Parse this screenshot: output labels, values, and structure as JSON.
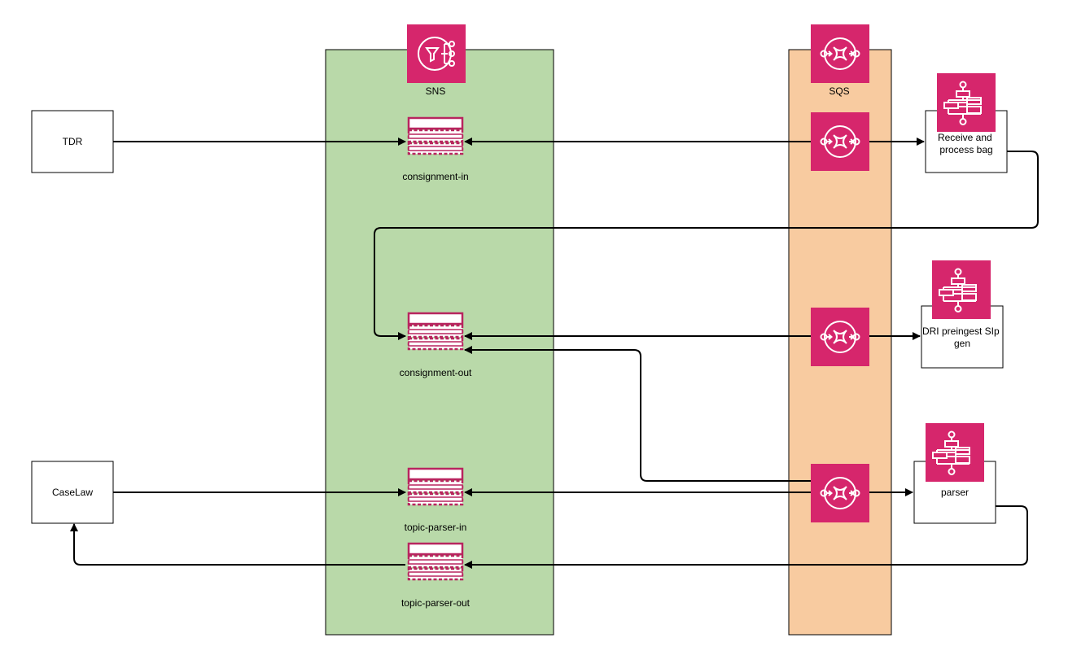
{
  "colors": {
    "sns_zone": "#b9d9a9",
    "sqs_zone": "#f8cba0",
    "aws_icon": "#d6266c",
    "topic": "#b8255f",
    "line": "#000000"
  },
  "zones": {
    "sns_label": "SNS",
    "sqs_label": "SQS"
  },
  "sources": {
    "tdr": "TDR",
    "caselaw": "CaseLaw"
  },
  "topics": {
    "consignment_in": "consignment-in",
    "consignment_out": "consignment-out",
    "topic_parser_in": "topic-parser-in",
    "topic_parser_out": "topic-parser-out"
  },
  "step_functions": {
    "receive": [
      "Receive and",
      "process bag"
    ],
    "dri": [
      "DRI preingest SIp",
      "gen"
    ],
    "parser": [
      "parser"
    ]
  },
  "icons": {
    "sns_service": "sns-icon",
    "sqs_service": "sqs-icon",
    "sqs_queue": "sqs-queue-icon",
    "step_functions": "step-functions-icon",
    "topic": "sns-topic-icon"
  }
}
